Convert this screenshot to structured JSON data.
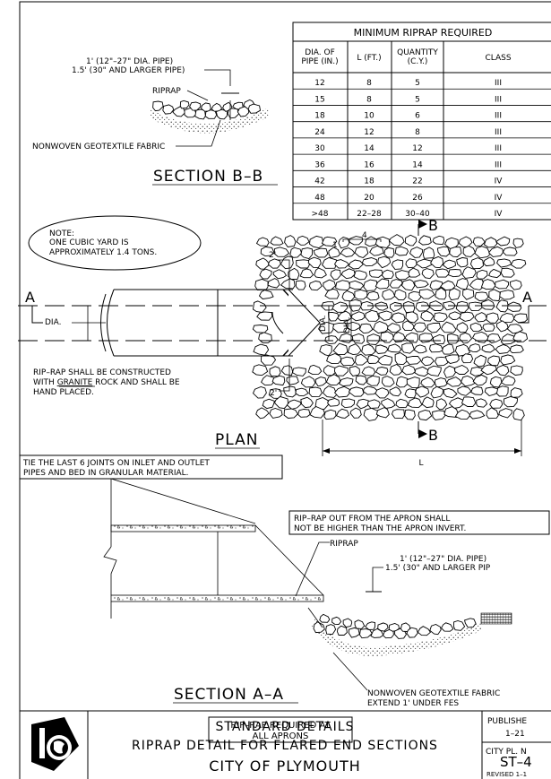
{
  "table": {
    "title": "MINIMUM RIPRAP REQUIRED",
    "headers": [
      [
        "DIA. OF",
        "PIPE (IN.)"
      ],
      [
        "L (FT.)"
      ],
      [
        "QUANTITY",
        "(C.Y.)"
      ],
      [
        "CLASS"
      ]
    ],
    "rows": [
      [
        "12",
        "8",
        "5",
        "III"
      ],
      [
        "15",
        "8",
        "5",
        "III"
      ],
      [
        "18",
        "10",
        "6",
        "III"
      ],
      [
        "24",
        "12",
        "8",
        "III"
      ],
      [
        "30",
        "14",
        "12",
        "III"
      ],
      [
        "36",
        "16",
        "14",
        "III"
      ],
      [
        "42",
        "18",
        "22",
        "IV"
      ],
      [
        "48",
        "20",
        "26",
        "IV"
      ],
      [
        ">48",
        "22–28",
        "30–40",
        "IV"
      ]
    ]
  },
  "section_bb": {
    "depth_line1": "1' (12\"–27\" DIA. PIPE)",
    "depth_line2": "1.5' (30\" AND LARGER PIPE)",
    "riprap_label": "RIPRAP",
    "fabric_label": "NONWOVEN GEOTEXTILE FABRIC",
    "title": "SECTION B–B"
  },
  "plan": {
    "note_line1": "NOTE:",
    "note_line2": "ONE CUBIC YARD IS",
    "note_line3": "APPROXIMATELY 1.4 TONS.",
    "dim_top": "2'",
    "dim_bottom": "2'",
    "slope_rise": "1",
    "slope_run": "4",
    "marker_b": "B",
    "marker_a": "A",
    "dia_label": "DIA.",
    "dia_label_vert": "DIA.",
    "dia_label_vert2": "DIA.",
    "length_label": "L",
    "spec_line1": "RIP–RAP SHALL BE CONSTRUCTED",
    "spec_line2_pre": "WITH ",
    "spec_line2_u": "GRANITE",
    "spec_line2_post": " ROCK AND SHALL BE",
    "spec_line3": "HAND PLACED.",
    "title": "PLAN"
  },
  "section_aa": {
    "tie_line1": "TIE THE LAST 6 JOINTS ON INLET AND OUTLET",
    "tie_line2": "PIPES AND BED IN GRANULAR MATERIAL.",
    "apron_line1": "RIP–RAP OUT FROM THE APRON SHALL",
    "apron_line2": "NOT BE HIGHER THAN THE APRON INVERT.",
    "riprap_label": "RIPRAP",
    "depth_line1": "1' (12\"–27\" DIA. PIPE)",
    "depth_line2": "1.5' (30\" AND LARGER PIP",
    "fabric_line1": "NONWOVEN GEOTEXTILE FABRIC",
    "fabric_line2": "EXTEND 1' UNDER FES",
    "title": "SECTION A–A",
    "boxed_line1": "RIP–RAP REQUIRED AT",
    "boxed_line2": "ALL APRONS"
  },
  "title_block": {
    "line1": "STANDARD DETAILS",
    "line2": "RIPRAP DETAIL FOR FLARED END SECTIONS",
    "line3": "CITY OF PLYMOUTH",
    "published_label": "PUBLISHE",
    "published_date": "1–21",
    "plate_label": "CITY PL. N",
    "plate_number": "ST–4",
    "revised": "REVISED 1–1"
  }
}
